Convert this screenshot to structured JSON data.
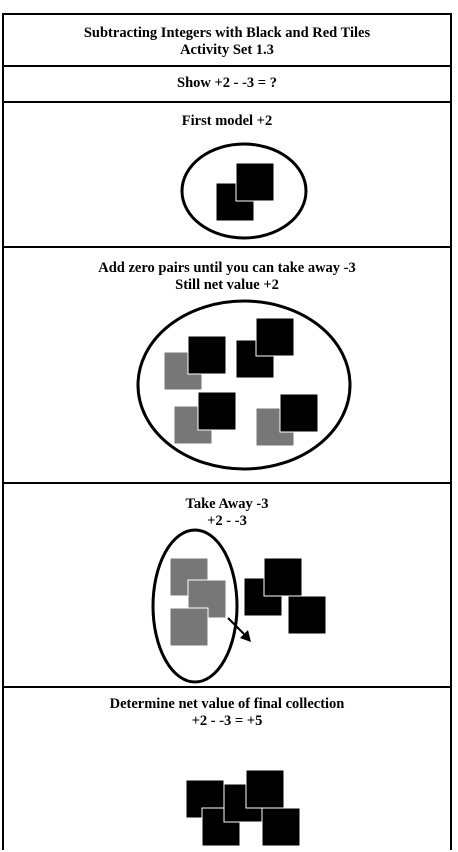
{
  "title": {
    "line1": "Subtracting Integers with Black and Red Tiles",
    "line2": "Activity Set 1.3"
  },
  "problem": "Show +2 - -3 = ?",
  "steps": [
    {
      "caption1": "First model +2",
      "caption2": ""
    },
    {
      "caption1": "Add zero pairs until you can take away -3",
      "caption2": "Still net value  +2"
    },
    {
      "caption1": "Take Away -3",
      "caption2": "+2 - -3"
    },
    {
      "caption1": "Determine net value of final collection",
      "caption2": "+2 - -3 = +5"
    }
  ],
  "colors": {
    "black_tile": "#000000",
    "red_tile": "#777777",
    "border": "#000000"
  }
}
